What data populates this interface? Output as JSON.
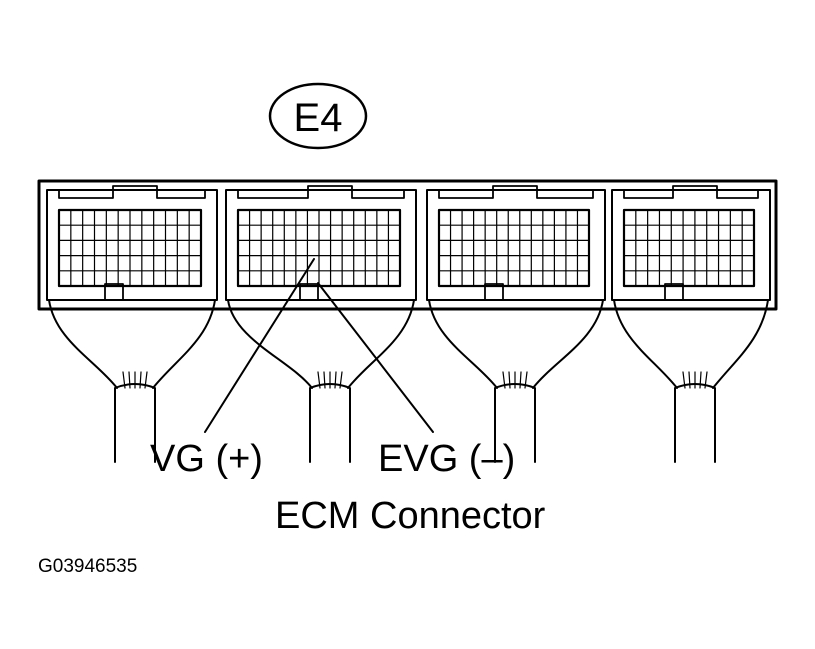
{
  "connector_id": "E4",
  "pins": {
    "vg": "VG (+)",
    "evg": "EVG (–)"
  },
  "caption": "ECM Connector",
  "figure_code": "G03946535"
}
